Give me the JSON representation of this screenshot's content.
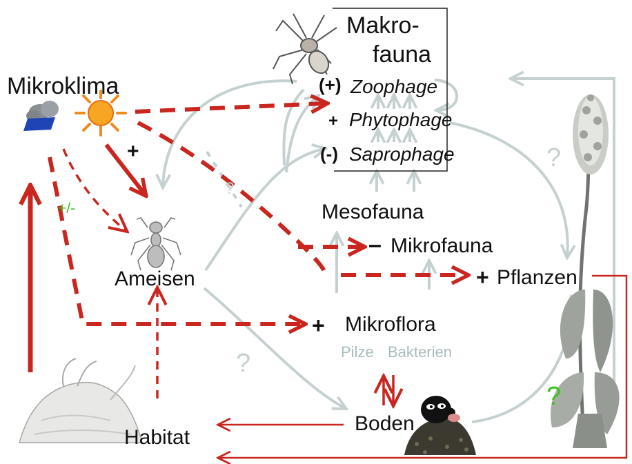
{
  "colors": {
    "arrow_red": "#c8261e",
    "arrow_grey": "#c5d0d1",
    "subtitle_grey": "#a9bcbd",
    "question_green": "#3cc21f",
    "question_grey": "#c5d0d1"
  },
  "nodes": {
    "mikroklima": "Mikroklima",
    "makrofauna_line1": "Makro-",
    "makrofauna_line2": "fauna",
    "zoophage": "Zoophage",
    "phytophage": "Phytophage",
    "saprophage": "Saprophage",
    "mesofauna": "Mesofauna",
    "mikrofauna": "Mikrofauna",
    "pflanzen": "Pflanzen",
    "ameisen": "Ameisen",
    "mikroflora": "Mikroflora",
    "pilze": "Pilze",
    "bakterien": "Bakterien",
    "boden": "Boden",
    "habitat": "Habitat"
  },
  "signs": {
    "zoophage": "(+)",
    "phytophage": "+",
    "saprophage": "(-)",
    "mikroklima_to_ameisen": "+",
    "mikrofauna": "–",
    "pflanzen": "+",
    "mikroflora": "+"
  },
  "annotations": {
    "mikroklima_uncertain": "+/-",
    "question_pflanzen": "?",
    "question_boden": "?",
    "question_green": "?",
    "question_small": "?"
  },
  "icons": [
    "rain-cloud-icon",
    "sun-icon",
    "spider-icon",
    "ant-icon",
    "orchid-plant-icon",
    "anthill-icon",
    "mole-icon"
  ]
}
